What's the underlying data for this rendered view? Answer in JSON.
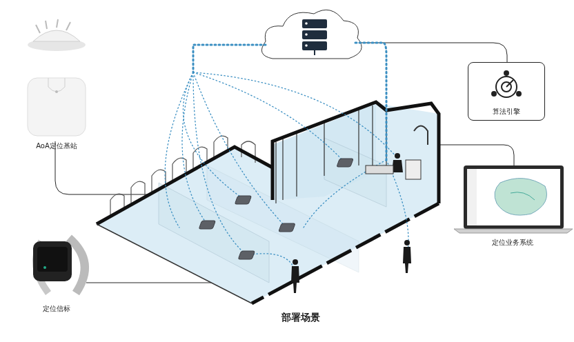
{
  "diagram": {
    "caption": "部署场景",
    "nodes": [
      {
        "text": [
          "AoA定位基站"
        ]
      },
      {
        "text": [
          "算法引擎"
        ]
      },
      {
        "text": [
          "定位业务系统"
        ]
      },
      {
        "text": [
          "定位信标"
        ]
      }
    ]
  }
}
